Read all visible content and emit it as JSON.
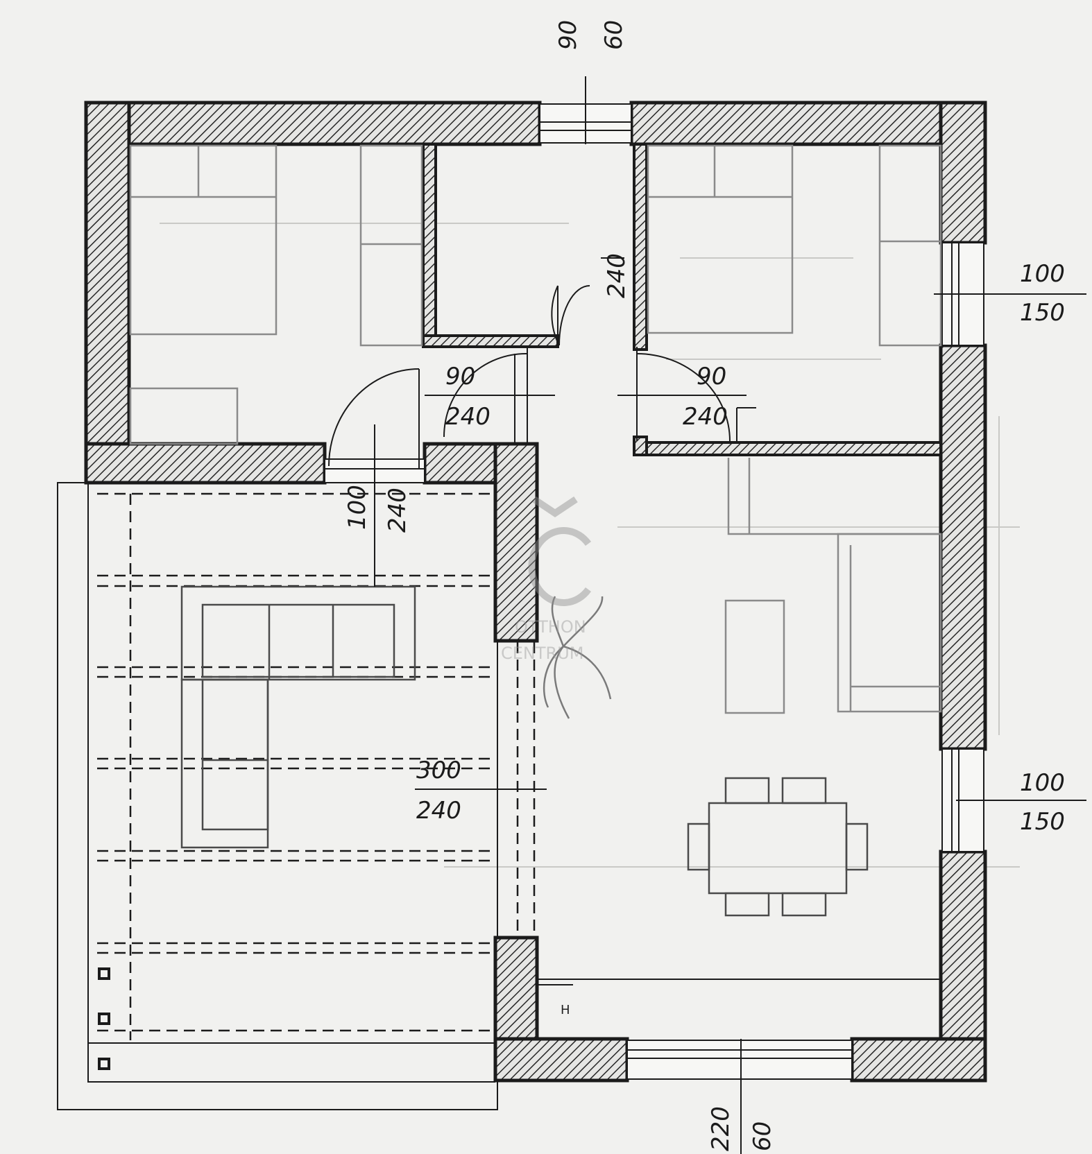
{
  "plan": {
    "dimensions": [
      {
        "id": "top-opening",
        "top": "90",
        "bottom": "60",
        "rotated": true
      },
      {
        "id": "bathroom-door",
        "top": "240",
        "bottom": "",
        "rotated": true
      },
      {
        "id": "right-window-upper",
        "top": "100",
        "bottom": "150",
        "rotated": false
      },
      {
        "id": "bedroom1-door",
        "top": "90",
        "bottom": "240",
        "rotated": false
      },
      {
        "id": "bedroom2-door",
        "top": "90",
        "bottom": "240",
        "rotated": false
      },
      {
        "id": "terrace-door",
        "top": "100",
        "bottom": "240",
        "rotated": true
      },
      {
        "id": "living-opening",
        "top": "300",
        "bottom": "240",
        "rotated": false
      },
      {
        "id": "right-window-lower",
        "top": "100",
        "bottom": "150",
        "rotated": false
      },
      {
        "id": "bottom-window",
        "top": "220",
        "bottom": "60",
        "rotated": true
      }
    ],
    "room_marker": "H",
    "watermark": {
      "line1": "OTTHON",
      "line2": "CENTRUM"
    }
  },
  "colors": {
    "paper": "#f1f1ef",
    "ink": "#1b1b1b",
    "hatch": "#262626",
    "pencil": "#8a8a8a"
  }
}
